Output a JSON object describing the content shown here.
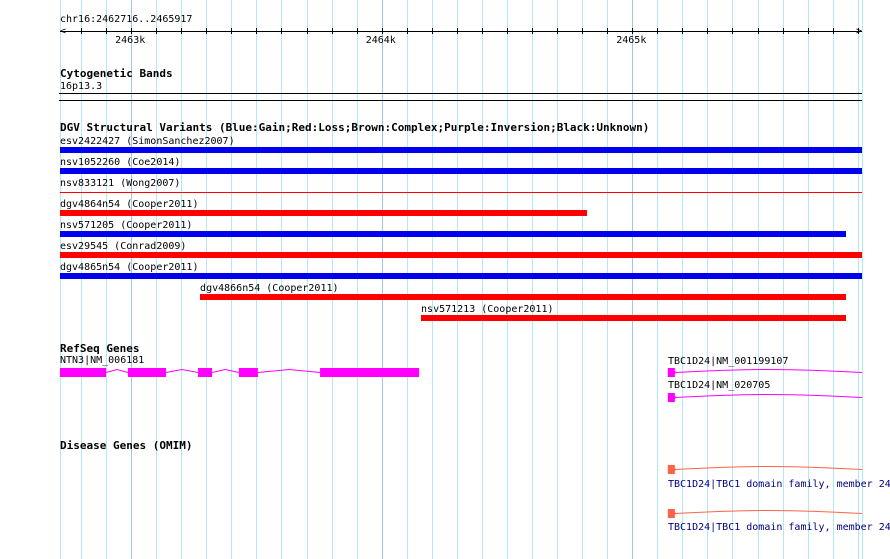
{
  "ruler": {
    "label": "chr16:2462716..2465917",
    "start": 2462716,
    "end": 2465917,
    "tick_labels": [
      {
        "bp": 2463000,
        "label": "2463k"
      },
      {
        "bp": 2464000,
        "label": "2464k"
      },
      {
        "bp": 2465000,
        "label": "2465k"
      }
    ]
  },
  "cytobands": {
    "title": "Cytogenetic Bands",
    "band": "16p13.3"
  },
  "dgv": {
    "title": "DGV Structural Variants (Blue:Gain;Red:Loss;Brown:Complex;Purple:Inversion;Black:Unknown)",
    "colors": {
      "gain": "#0000ee",
      "loss": "#ff0000"
    },
    "features": [
      {
        "label": "esv2422427 (SimonSanchez2007)",
        "type": "gain",
        "start": 2462716,
        "end": 2465917,
        "thin": false
      },
      {
        "label": "nsv1052260 (Coe2014)",
        "type": "gain",
        "start": 2462716,
        "end": 2465917,
        "thin": false
      },
      {
        "label": "nsv833121 (Wong2007)",
        "type": "loss",
        "start": 2462716,
        "end": 2465917,
        "thin": true
      },
      {
        "label": "dgv4864n54 (Cooper2011)",
        "type": "loss",
        "start": 2462716,
        "end": 2464819,
        "thin": false
      },
      {
        "label": "nsv571205 (Cooper2011)",
        "type": "gain",
        "start": 2462716,
        "end": 2465853,
        "thin": false
      },
      {
        "label": "esv29545 (Conrad2009)",
        "type": "loss",
        "start": 2462716,
        "end": 2465917,
        "thin": false
      },
      {
        "label": "dgv4865n54 (Cooper2011)",
        "type": "gain",
        "start": 2462716,
        "end": 2465917,
        "thin": false
      },
      {
        "label": "dgv4866n54 (Cooper2011)",
        "type": "loss",
        "start": 2463275,
        "end": 2465853,
        "thin": false
      },
      {
        "label": "nsv571213 (Cooper2011)",
        "type": "loss",
        "start": 2464157,
        "end": 2465853,
        "thin": false
      }
    ]
  },
  "refseq": {
    "title": "RefSeq Genes",
    "color": "#ff00ff",
    "genes": [
      {
        "label": "NTN3|NM_006181",
        "exons": [
          [
            2462716,
            2462900
          ],
          [
            2462987,
            2463139
          ],
          [
            2463267,
            2463323
          ],
          [
            2463430,
            2463506
          ],
          [
            2463754,
            2464149
          ]
        ]
      },
      {
        "label": "TBC1D24|NM_001199107",
        "exons": [
          [
            2465142,
            2465170
          ]
        ],
        "end": 2465917
      },
      {
        "label": "TBC1D24|NM_020705",
        "exons": [
          [
            2465142,
            2465170
          ]
        ],
        "end": 2465917
      }
    ]
  },
  "omim": {
    "title": "Disease Genes (OMIM)",
    "color": "#ff6347",
    "genes": [
      {
        "label": "TBC1D24|TBC1 domain family, member 24",
        "exons": [
          [
            2465142,
            2465170
          ]
        ],
        "end": 2465917
      },
      {
        "label": "TBC1D24|TBC1 domain family, member 24",
        "exons": [
          [
            2465142,
            2465170
          ]
        ],
        "end": 2465917
      }
    ]
  }
}
